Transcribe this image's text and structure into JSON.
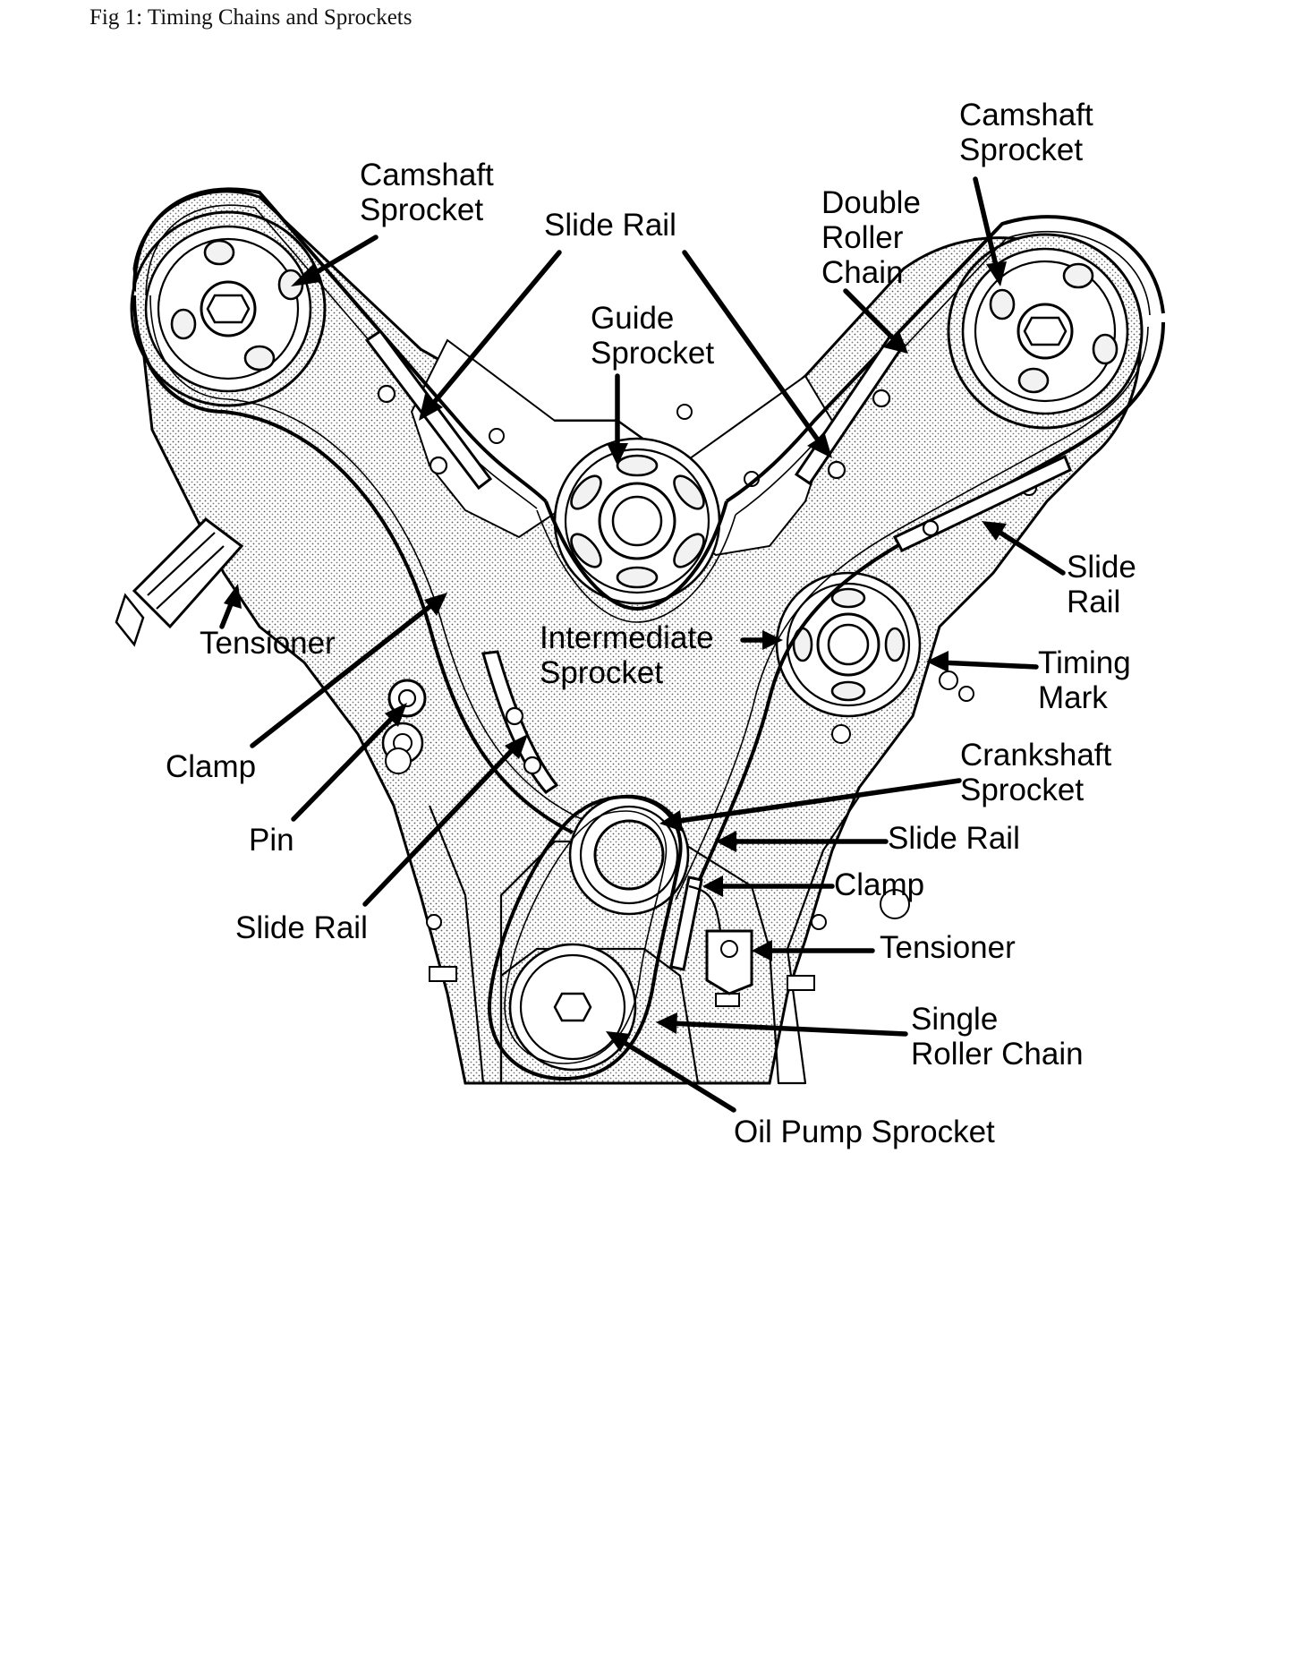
{
  "caption": "Fig 1: Timing Chains and Sprockets",
  "labels": {
    "camshaft_sprocket_left": [
      "Camshaft",
      "Sprocket"
    ],
    "camshaft_sprocket_right": [
      "Camshaft",
      "Sprocket"
    ],
    "slide_rail_top": "Slide Rail",
    "double_roller_chain": [
      "Double",
      "Roller",
      "Chain"
    ],
    "guide_sprocket": [
      "Guide",
      "Sprocket"
    ],
    "slide_rail_right": [
      "Slide",
      "Rail"
    ],
    "tensioner_left": "Tensioner",
    "intermediate_sprocket": [
      "Intermediate",
      "Sprocket"
    ],
    "timing_mark": [
      "Timing",
      "Mark"
    ],
    "clamp_left": "Clamp",
    "crankshaft_sprocket": [
      "Crankshaft",
      "Sprocket"
    ],
    "pin": "Pin",
    "slide_rail_lower_right": "Slide Rail",
    "clamp_right": "Clamp",
    "slide_rail_lower_left": "Slide Rail",
    "tensioner_right": "Tensioner",
    "single_roller_chain": [
      "Single",
      "Roller Chain"
    ],
    "oil_pump_sprocket": "Oil Pump Sprocket"
  }
}
